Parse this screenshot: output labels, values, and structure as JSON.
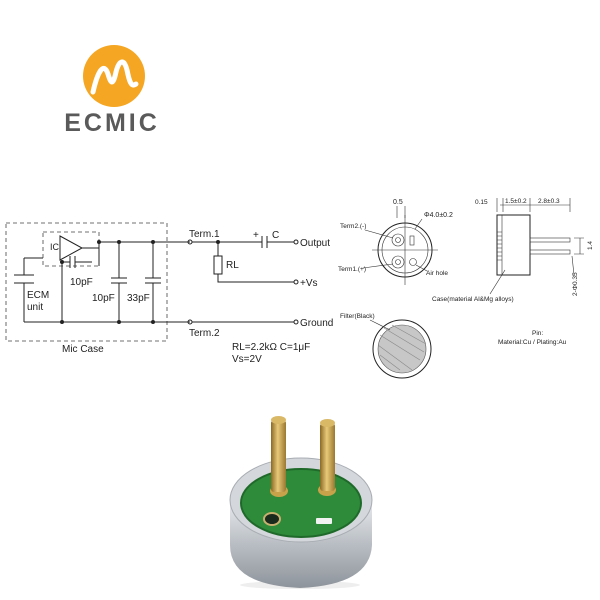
{
  "brand": {
    "name": "ECMIC",
    "logo_color": "#f5a623",
    "text_color": "#5a5a5a"
  },
  "schematic": {
    "case_label": "Mic Case",
    "ecm_label_1": "ECM",
    "ecm_label_2": "unit",
    "ic_label": "IC",
    "cap_a": "10pF",
    "cap_b": "10pF",
    "cap_c": "33pF",
    "term1": "Term.1",
    "term2": "Term.2",
    "rl_label": "RL",
    "c_label": "C",
    "plus_sign": "+",
    "output": "Output",
    "vs": "+Vs",
    "ground": "Ground",
    "spec_line1": "RL=2.2kΩ  C=1μF",
    "spec_line2": "Vs=2V"
  },
  "drawing": {
    "dim_05": "0.5",
    "dim_diameter": "Φ4.0±0.2",
    "term2_label": "Term2.(-)",
    "term1_label": "Term1.(+)",
    "air_hole": "Air hole",
    "filter": "Filter(Black)",
    "dim_015": "0.15",
    "dim_15": "1.5±0.2",
    "dim_28": "2.8±0.3",
    "dim_14": "1.4",
    "dim_pin": "2-Φ0.35",
    "case_material": "Case(material Al&Mg alloys)",
    "pin_label": "Pin:",
    "pin_material": "Material:Cu / Plating:Au"
  },
  "colors": {
    "pcb_green": "#2e8b3a",
    "pin_gold": "#c8a24a",
    "case_silver": "#c9cccf"
  }
}
